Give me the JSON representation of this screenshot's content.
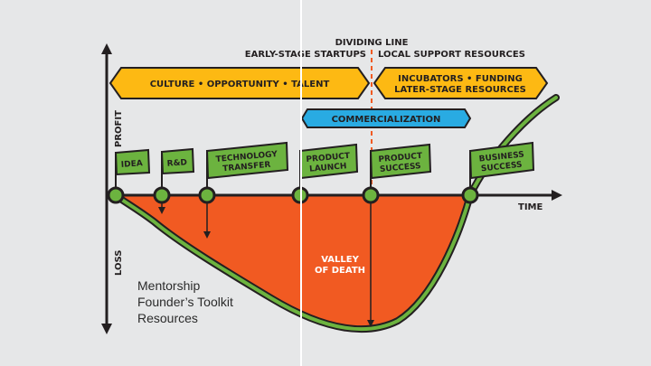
{
  "axes": {
    "profit_label": "PROFIT",
    "loss_label": "LOSS",
    "time_label": "TIME"
  },
  "header": {
    "dividing_line": "DIVIDING LINE",
    "early_stage": "EARLY-STAGE STARTUPS",
    "local_support": "LOCAL SUPPORT RESOURCES"
  },
  "banners": {
    "culture": "CULTURE • OPPORTUNITY • TALENT",
    "incubators_line1": "INCUBATORS • FUNDING",
    "incubators_line2": "LATER-STAGE RESOURCES",
    "commercialization": "COMMERCIALIZATION"
  },
  "milestones": [
    {
      "line1": "IDEA",
      "line2": ""
    },
    {
      "line1": "R&D",
      "line2": ""
    },
    {
      "line1": "TECHNOLOGY",
      "line2": "TRANSFER"
    },
    {
      "line1": "PRODUCT",
      "line2": "LAUNCH"
    },
    {
      "line1": "PRODUCT",
      "line2": "SUCCESS"
    },
    {
      "line1": "BUSINESS",
      "line2": "SUCCESS"
    }
  ],
  "valley": {
    "line1": "VALLEY",
    "line2": "OF DEATH"
  },
  "notes": [
    "Mentorship",
    "Founder’s Toolkit",
    "Resources"
  ],
  "colors": {
    "background": "#e6e7e8",
    "orange": "#f15a22",
    "green": "#6cb33f",
    "yellow": "#fdb913",
    "blue": "#29abe2",
    "dark": "#231f20"
  }
}
